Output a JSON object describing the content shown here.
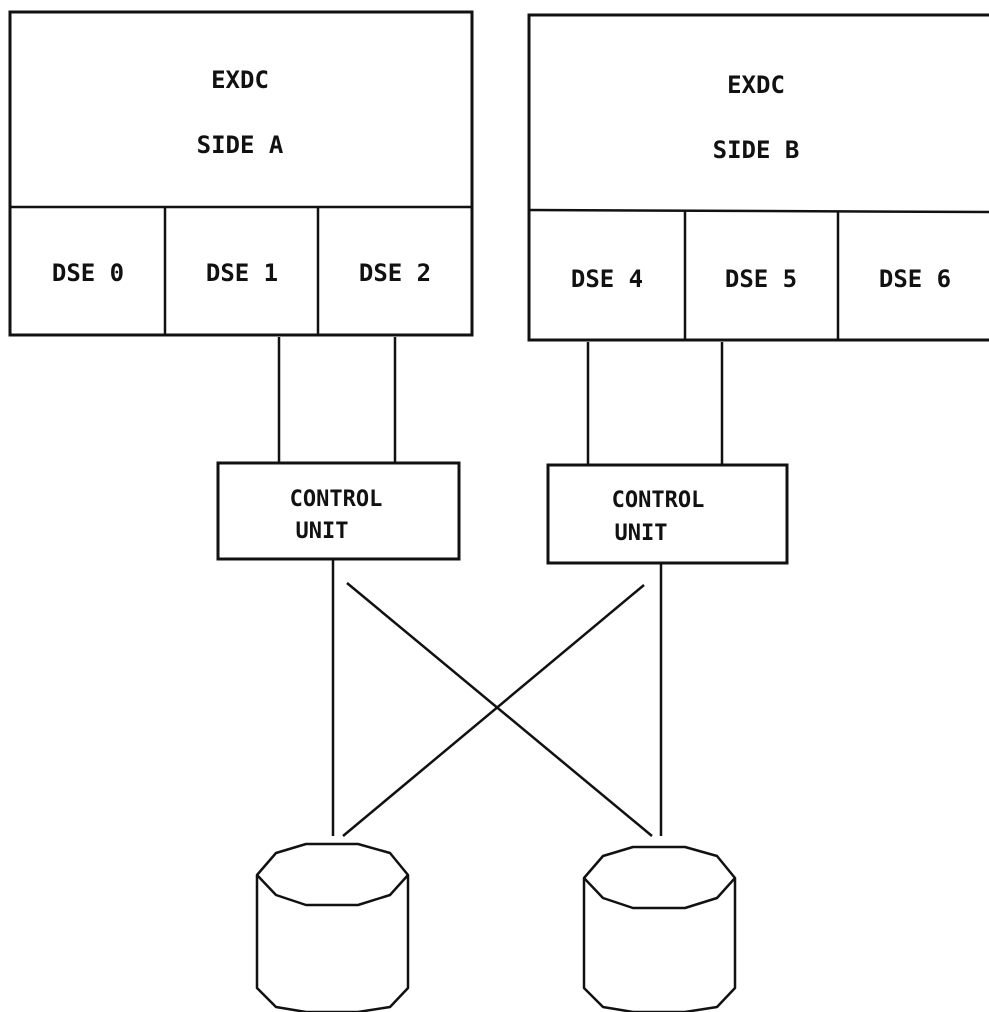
{
  "side_a": {
    "title": "EXDC",
    "subtitle": "SIDE A",
    "dse": [
      "DSE 0",
      "DSE 1",
      "DSE 2"
    ]
  },
  "side_b": {
    "title": "EXDC",
    "subtitle": "SIDE B",
    "dse": [
      "DSE 4",
      "DSE 5",
      "DSE 6"
    ]
  },
  "control_unit_left": {
    "line1": "CONTROL",
    "line2": "UNIT"
  },
  "control_unit_right": {
    "line1": "CONTROL",
    "line2": "UNIT"
  }
}
